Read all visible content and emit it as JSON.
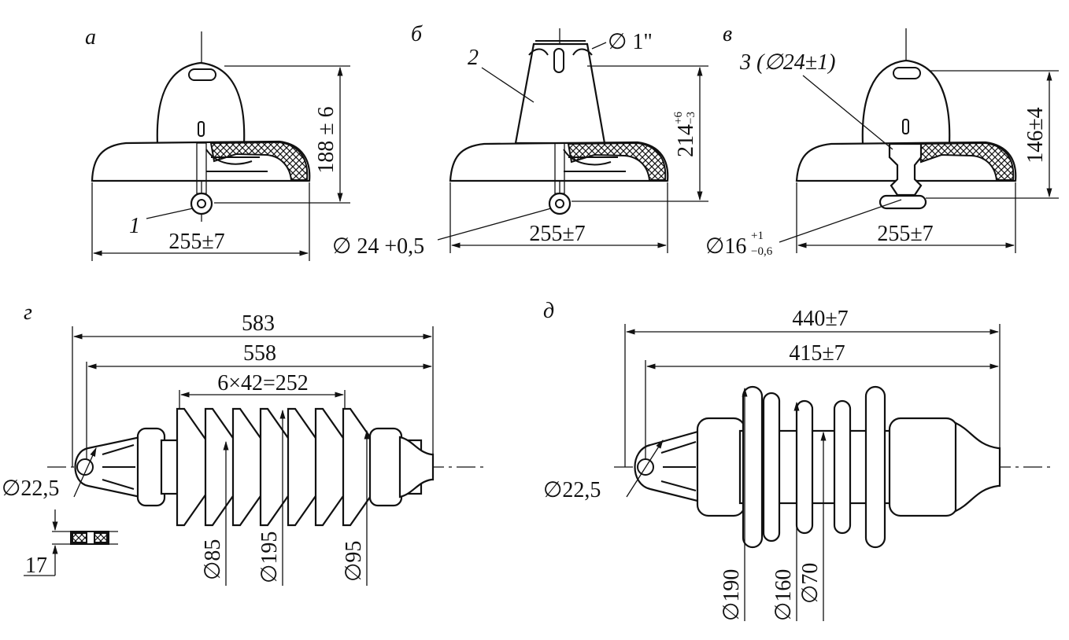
{
  "views": {
    "a": {
      "letter": "а",
      "callout": "1",
      "height_dim": "188 ± 6",
      "width_dim": "255±7"
    },
    "b": {
      "letter": "б",
      "callout": "2",
      "thread_dim": "∅ 1\"",
      "height_dim_base": "214",
      "height_dim_sup": "+6",
      "height_dim_sub": "−3",
      "hole_dim": "∅ 24 +0,5",
      "width_dim": "255±7"
    },
    "c": {
      "letter": "в",
      "callout": "3 (∅24±1)",
      "height_dim": "146±4",
      "pin_dim_base": "∅16",
      "pin_dim_sup": "+1",
      "pin_dim_sub": "−0,6",
      "width_dim": "255±7"
    },
    "d": {
      "letter": "г",
      "overall_dim": "583",
      "inner_dim": "558",
      "pitch_dim": "6×42=252",
      "eye_dim": "∅22,5",
      "thickness_dim": "17",
      "core_dim": "∅85",
      "shed_dim": "∅195",
      "end_dim": "∅95"
    },
    "e": {
      "letter": "д",
      "overall_dim": "440±7",
      "inner_dim": "415±7",
      "eye_dim": "∅22,5",
      "shed_large_dim": "∅190",
      "shed_small_dim": "∅160",
      "core_dim": "∅70"
    }
  }
}
